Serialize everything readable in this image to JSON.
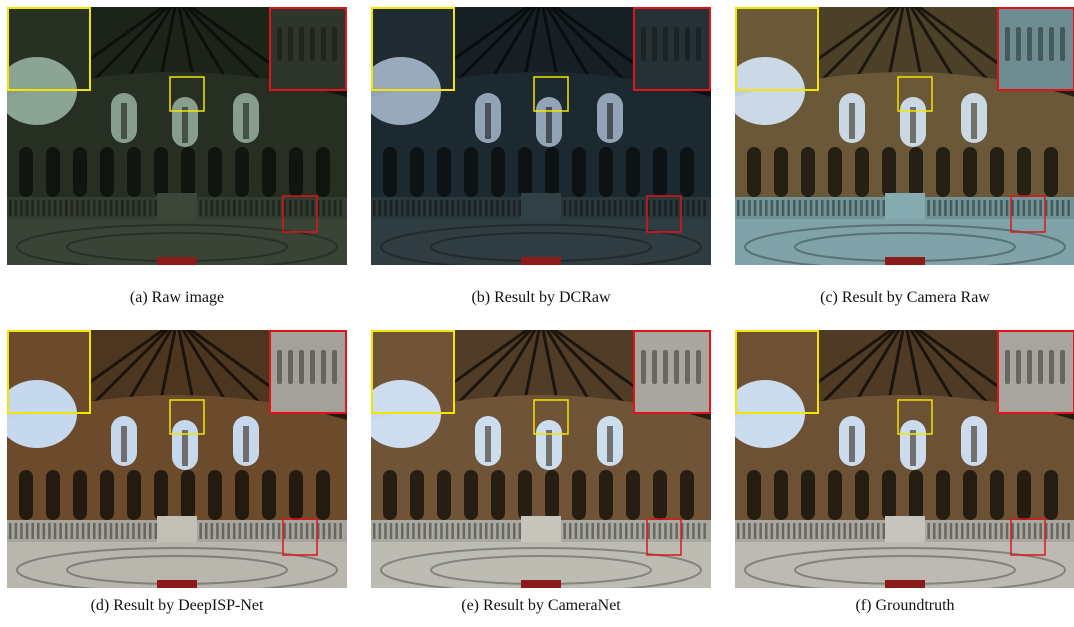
{
  "figure": {
    "panels": [
      {
        "id": "a",
        "caption": "(a) Raw image",
        "brightness": 0.28,
        "tint": "#2f3b2a",
        "glass": "#b9d7c6",
        "floor": "#3a4436"
      },
      {
        "id": "b",
        "caption": "(b) Result by DCRaw",
        "brightness": 0.34,
        "tint": "#24323a",
        "glass": "#c8dcf2",
        "floor": "#2f3d42"
      },
      {
        "id": "c",
        "caption": "(c) Result by Camera Raw",
        "brightness": 0.78,
        "tint": "#6d5a3a",
        "glass": "#d9ecff",
        "floor": "#7fa3a8"
      },
      {
        "id": "d",
        "caption": "(d) Result by DeepISP-Net",
        "brightness": 0.9,
        "tint": "#6a4a2c",
        "glass": "#cfe6ff",
        "floor": "#b8b6ad"
      },
      {
        "id": "e",
        "caption": "(e) Result by CameraNet",
        "brightness": 0.92,
        "tint": "#6e5236",
        "glass": "#d5e9ff",
        "floor": "#bdbcb3"
      },
      {
        "id": "f",
        "caption": "(f) Groundtruth",
        "brightness": 0.92,
        "tint": "#6b4f33",
        "glass": "#d4e8ff",
        "floor": "#bcbab2"
      }
    ],
    "colors": {
      "zoom_yellow": "#f2e600",
      "zoom_red": "#e0141b"
    }
  }
}
